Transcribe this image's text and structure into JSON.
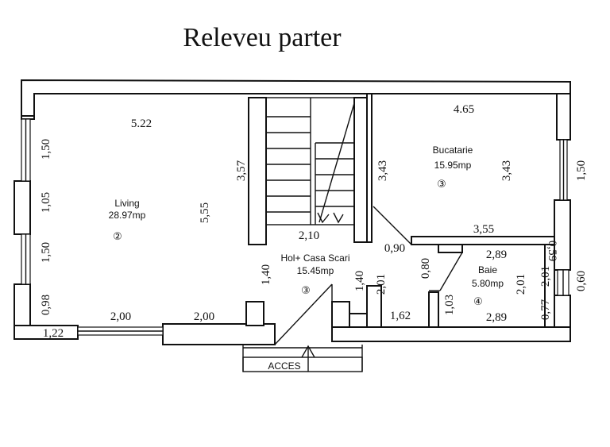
{
  "title": "Releveu parter",
  "rooms": [
    {
      "name": "Living",
      "area": "28.97mp",
      "mark": "②"
    },
    {
      "name": "Bucatarie",
      "area": "15.95mp",
      "mark": "③"
    },
    {
      "name": "Hol+ Casa Scari",
      "area": "15.45mp",
      "mark": "③"
    },
    {
      "name": "Baie",
      "area": "5.80mp",
      "mark": "④"
    }
  ],
  "entrance_label": "ACCES",
  "dimensions": {
    "living_top": "5.22",
    "living_left_1": "1,50",
    "living_left_2": "1,05",
    "living_left_3": "1,50",
    "living_left_4": "0,98",
    "living_depth": "5,55",
    "stair_wall": "3,57",
    "bottom_1": "2,00",
    "bottom_2": "2,00",
    "corner": "1,22",
    "stair_width": "2,10",
    "hall_1": "1,40",
    "hall_2": "1,40",
    "hall_3": "2,01",
    "hall_4": "1,62",
    "door_diag": "0,90",
    "kitchen_top": "4.65",
    "kitchen_left": "3,43",
    "kitchen_right": "3,43",
    "kitchen_window": "1,50",
    "kitchen_bottom": "3,55",
    "bath_top": "2,89",
    "bath_bottom": "2,89",
    "bath_left": "1,03",
    "bath_right": "2,01",
    "bath_door": "0,80",
    "right_a": "0,77",
    "right_b": "2,01",
    "right_c": "0,59",
    "right_d": "0,60"
  }
}
